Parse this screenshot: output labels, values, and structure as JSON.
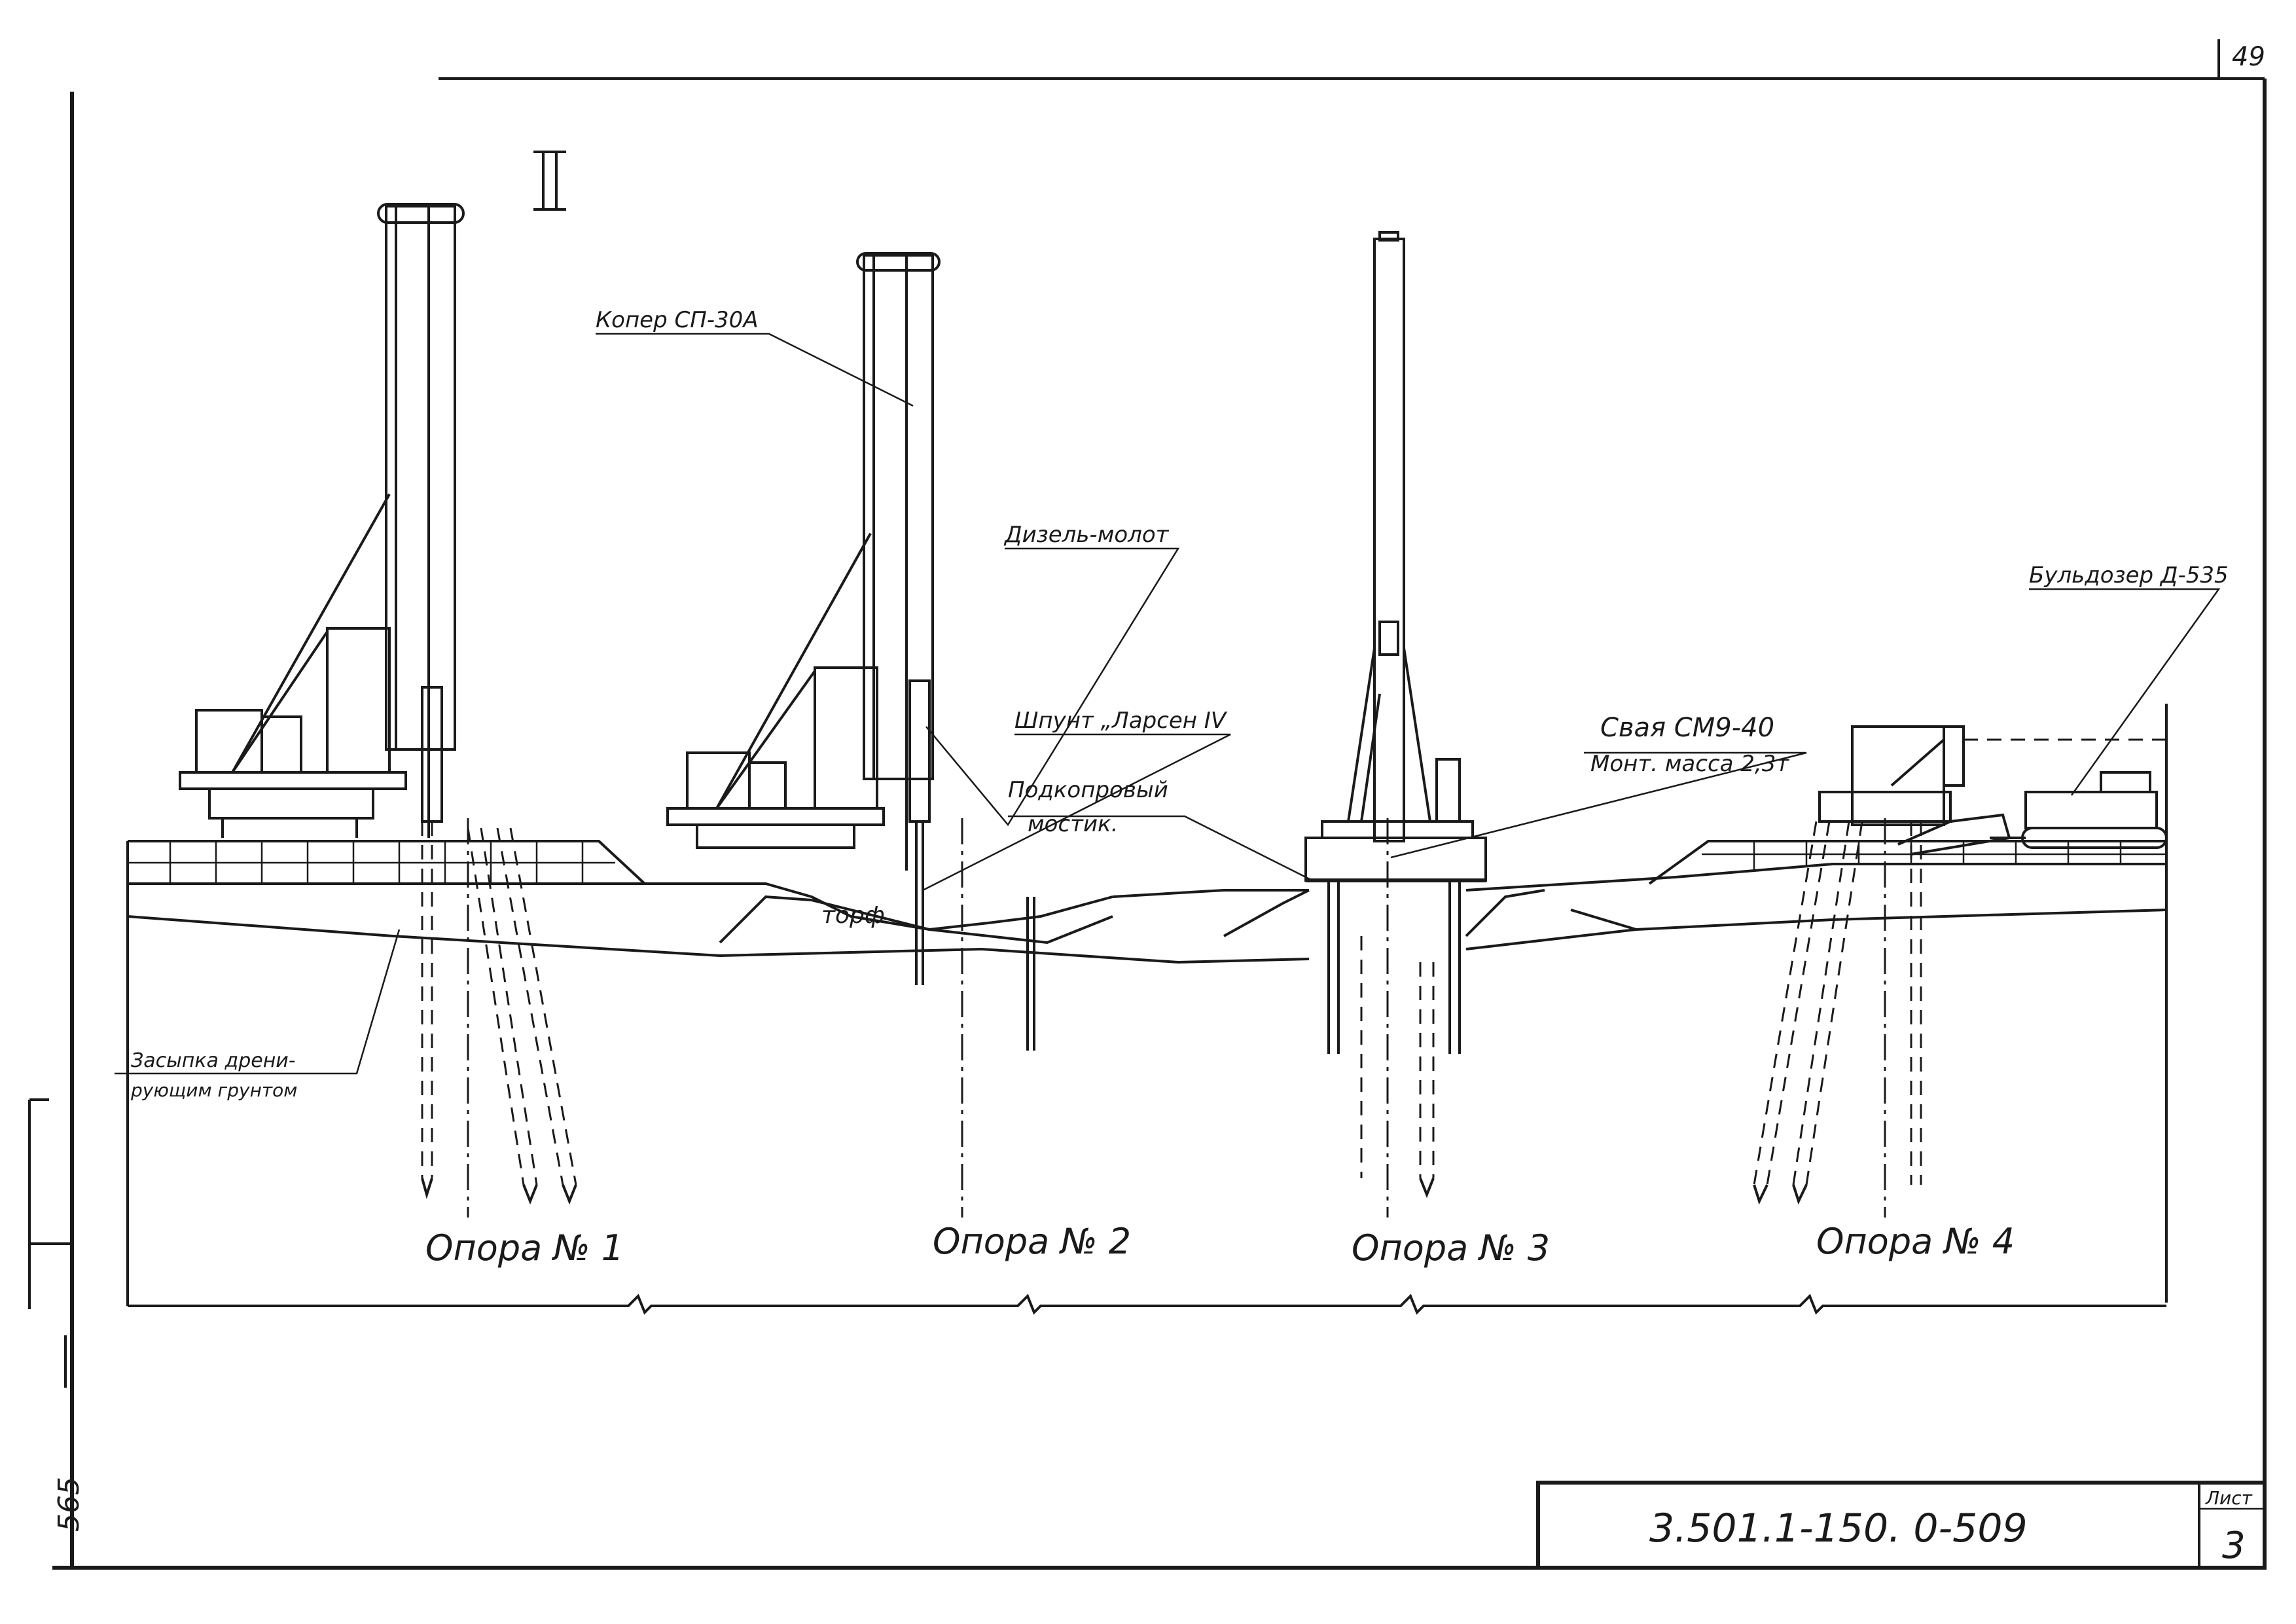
{
  "page_number": "49",
  "section_mark": "II",
  "labels": {
    "koper": "Копер СП-30А",
    "diesel": "Дизель-молот",
    "shpunt": "Шпунт „Ларсен IV",
    "bulldozer": "Бульдозер Д-535",
    "svaya_1": "Свая СМ9-40",
    "svaya_2": "Монт. масса 2,3т",
    "mostik_1": "Подкопровый",
    "mostik_2": "мостик.",
    "zasypka_1": "Засыпка дрени-",
    "zasypka_2": "рующим грунтом",
    "torf": "торф"
  },
  "supports": [
    "Опора № 1",
    "Опора № 2",
    "Опора № 3",
    "Опора № 4"
  ],
  "stamp": {
    "doc_code": "3.501.1-150. 0-509",
    "sheet_label": "Лист",
    "sheet_number": "3"
  },
  "margin_number": "565"
}
